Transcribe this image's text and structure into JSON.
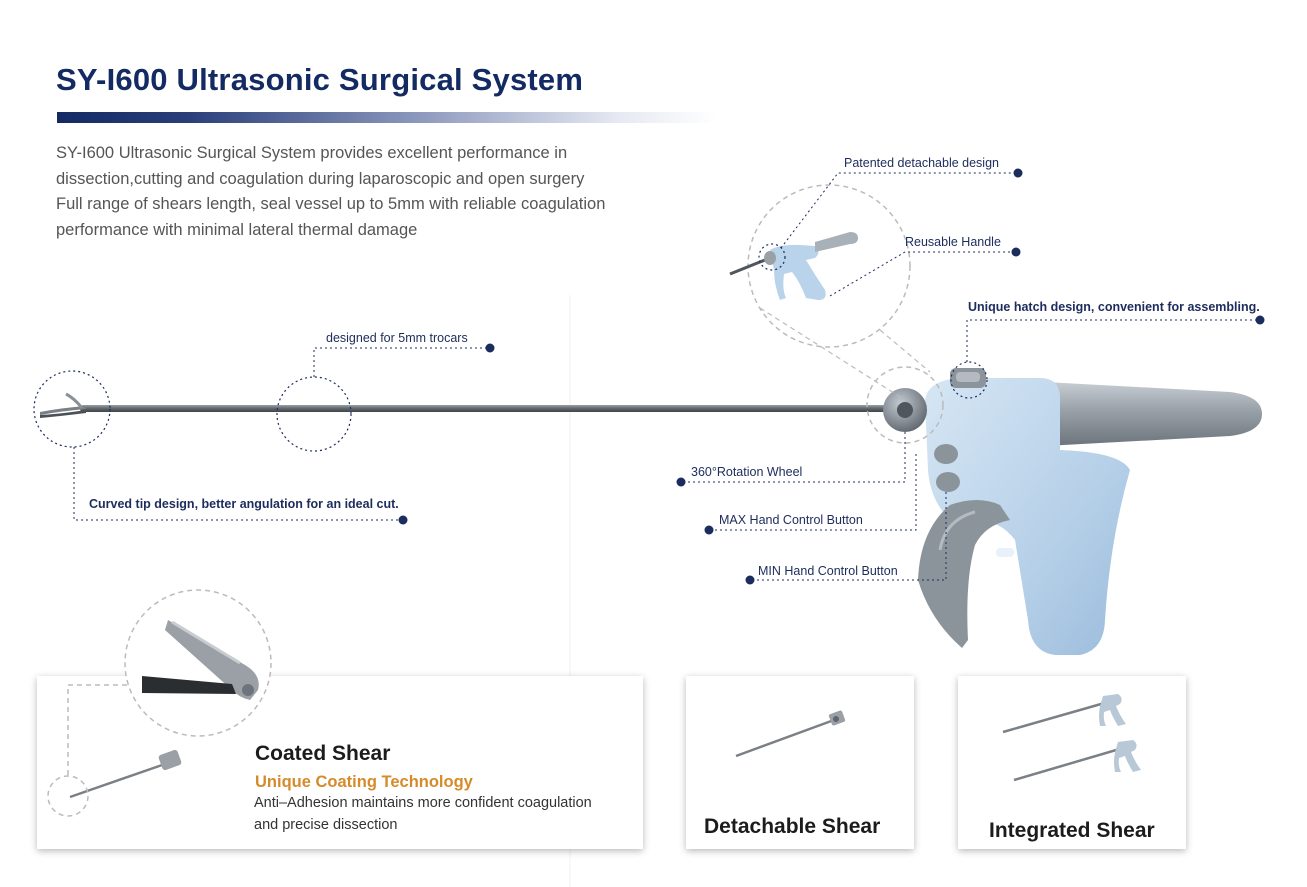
{
  "header": {
    "title": "SY-I600 Ultrasonic Surgical System"
  },
  "intro": {
    "lines": [
      "SY-I600 Ultrasonic Surgical System provides excellent performance in",
      "dissection,cutting and coagulation during laparoscopic and open surgery",
      "Full range of shears length, seal vessel up to 5mm with reliable coagulation",
      "performance with minimal lateral thermal damage"
    ]
  },
  "callouts": {
    "patented": "Patented detachable design",
    "reusable_handle": "Reusable Handle",
    "hatch": "Unique hatch design, convenient for assembling.",
    "trocars": "designed for 5mm trocars",
    "rotation_wheel": "360°Rotation Wheel",
    "max_button": "MAX Hand Control Button",
    "min_button": "MIN Hand Control Button",
    "curved_tip": "Curved tip design, better angulation for an ideal cut."
  },
  "cards": {
    "coated": {
      "title": "Coated Shear",
      "subtitle": "Unique Coating Technology",
      "description_lines": [
        "Anti–Adhesion maintains more confident coagulation",
        "and precise dissection"
      ]
    },
    "detachable": {
      "label": "Detachable Shear"
    },
    "integrated": {
      "label": "Integrated Shear"
    }
  },
  "colors": {
    "title_navy": "#142a63",
    "accent_orange": "#d68b2a",
    "callout_dot": "#1c2c5c",
    "handle_blue": "#b9d3ea",
    "shaft_grey": "#6d7378"
  }
}
